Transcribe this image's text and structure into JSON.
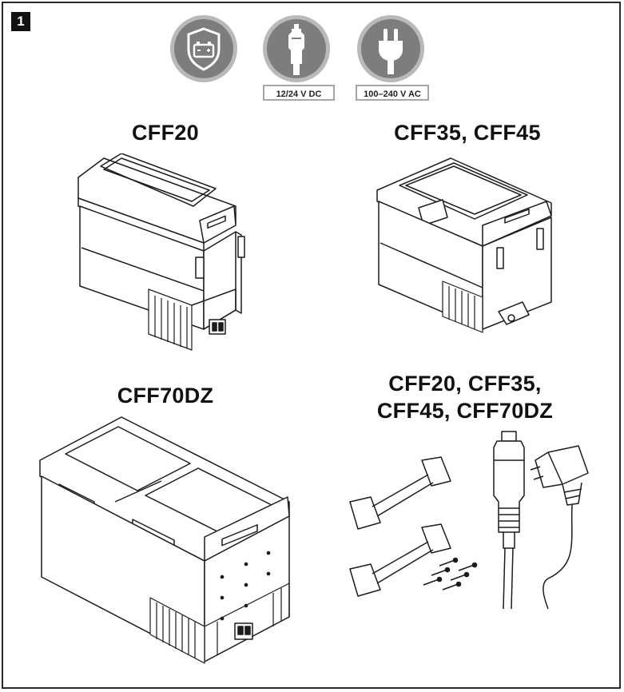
{
  "figure": {
    "number": "1"
  },
  "power_icons": [
    {
      "name": "battery-protection-icon",
      "label": ""
    },
    {
      "name": "car-plug-icon",
      "label": "12/24 V DC"
    },
    {
      "name": "mains-plug-icon",
      "label": "100–240 V AC"
    }
  ],
  "models": {
    "top_left": "CFF20",
    "top_right": "CFF35, CFF45",
    "bottom_left": "CFF70DZ",
    "accessories_line1": "CFF20, CFF35,",
    "accessories_line2": "CFF45, CFF70DZ"
  },
  "colors": {
    "icon_fill": "#7d7d7d",
    "icon_ring": "#9a9a9a",
    "line_art": "#1c1c1c",
    "frame": "#2a2a2a"
  }
}
